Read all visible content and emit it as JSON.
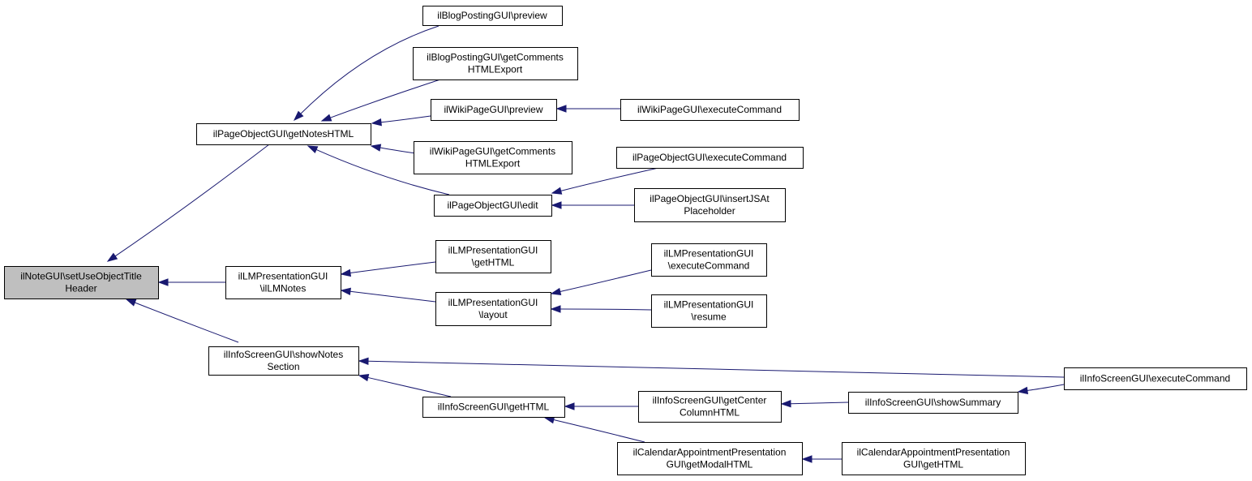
{
  "diagram": {
    "nodes": [
      {
        "id": "n_root",
        "lines": [
          "ilNoteGUI\\setUseObjectTitle",
          "Header"
        ],
        "highlight": true
      },
      {
        "id": "n_pog_getnotes",
        "lines": [
          "ilPageObjectGUI\\getNotesHTML"
        ]
      },
      {
        "id": "n_lmp_ilmnotes",
        "lines": [
          "ilLMPresentationGUI",
          "\\ilLMNotes"
        ]
      },
      {
        "id": "n_isg_shownotes",
        "lines": [
          "ilInfoScreenGUI\\showNotes",
          "Section"
        ]
      },
      {
        "id": "n_bp_preview",
        "lines": [
          "ilBlogPostingGUI\\preview"
        ]
      },
      {
        "id": "n_bp_getcomments",
        "lines": [
          "ilBlogPostingGUI\\getComments",
          "HTMLExport"
        ]
      },
      {
        "id": "n_wp_preview",
        "lines": [
          "ilWikiPageGUI\\preview"
        ]
      },
      {
        "id": "n_wp_getcomments",
        "lines": [
          "ilWikiPageGUI\\getComments",
          "HTMLExport"
        ]
      },
      {
        "id": "n_pog_edit",
        "lines": [
          "ilPageObjectGUI\\edit"
        ]
      },
      {
        "id": "n_wp_execute",
        "lines": [
          "ilWikiPageGUI\\executeCommand"
        ]
      },
      {
        "id": "n_pog_execute",
        "lines": [
          "ilPageObjectGUI\\executeCommand"
        ]
      },
      {
        "id": "n_pog_insertjs",
        "lines": [
          "ilPageObjectGUI\\insertJSAt",
          "Placeholder"
        ]
      },
      {
        "id": "n_lmp_gethtml",
        "lines": [
          "ilLMPresentationGUI",
          "\\getHTML"
        ]
      },
      {
        "id": "n_lmp_layout",
        "lines": [
          "ilLMPresentationGUI",
          "\\layout"
        ]
      },
      {
        "id": "n_lmp_execute",
        "lines": [
          "ilLMPresentationGUI",
          "\\executeCommand"
        ]
      },
      {
        "id": "n_lmp_resume",
        "lines": [
          "ilLMPresentationGUI",
          "\\resume"
        ]
      },
      {
        "id": "n_isg_gethtml",
        "lines": [
          "ilInfoScreenGUI\\getHTML"
        ]
      },
      {
        "id": "n_isg_getcenter",
        "lines": [
          "ilInfoScreenGUI\\getCenter",
          "ColumnHTML"
        ]
      },
      {
        "id": "n_cap_getmodal",
        "lines": [
          "ilCalendarAppointmentPresentation",
          "GUI\\getModalHTML"
        ]
      },
      {
        "id": "n_isg_showsummary",
        "lines": [
          "ilInfoScreenGUI\\showSummary"
        ]
      },
      {
        "id": "n_cap_gethtml",
        "lines": [
          "ilCalendarAppointmentPresentation",
          "GUI\\getHTML"
        ]
      },
      {
        "id": "n_isg_execute",
        "lines": [
          "ilInfoScreenGUI\\executeCommand"
        ]
      }
    ],
    "edges": [
      {
        "from": "n_pog_getnotes",
        "to": "n_root"
      },
      {
        "from": "n_lmp_ilmnotes",
        "to": "n_root"
      },
      {
        "from": "n_isg_shownotes",
        "to": "n_root"
      },
      {
        "from": "n_bp_preview",
        "to": "n_pog_getnotes"
      },
      {
        "from": "n_bp_getcomments",
        "to": "n_pog_getnotes"
      },
      {
        "from": "n_wp_preview",
        "to": "n_pog_getnotes"
      },
      {
        "from": "n_wp_getcomments",
        "to": "n_pog_getnotes"
      },
      {
        "from": "n_pog_edit",
        "to": "n_pog_getnotes"
      },
      {
        "from": "n_wp_execute",
        "to": "n_wp_preview"
      },
      {
        "from": "n_pog_execute",
        "to": "n_pog_edit"
      },
      {
        "from": "n_pog_insertjs",
        "to": "n_pog_edit"
      },
      {
        "from": "n_lmp_gethtml",
        "to": "n_lmp_ilmnotes"
      },
      {
        "from": "n_lmp_layout",
        "to": "n_lmp_ilmnotes"
      },
      {
        "from": "n_lmp_execute",
        "to": "n_lmp_layout"
      },
      {
        "from": "n_lmp_resume",
        "to": "n_lmp_layout"
      },
      {
        "from": "n_isg_execute",
        "to": "n_isg_shownotes"
      },
      {
        "from": "n_isg_gethtml",
        "to": "n_isg_shownotes"
      },
      {
        "from": "n_isg_getcenter",
        "to": "n_isg_gethtml"
      },
      {
        "from": "n_cap_getmodal",
        "to": "n_isg_gethtml"
      },
      {
        "from": "n_isg_showsummary",
        "to": "n_isg_getcenter"
      },
      {
        "from": "n_isg_execute",
        "to": "n_isg_showsummary"
      },
      {
        "from": "n_cap_gethtml",
        "to": "n_cap_getmodal"
      }
    ],
    "colors": {
      "edge": "#191970",
      "node_border": "#000000",
      "node_fill": "#ffffff",
      "root_fill": "#bfbfbf"
    }
  }
}
